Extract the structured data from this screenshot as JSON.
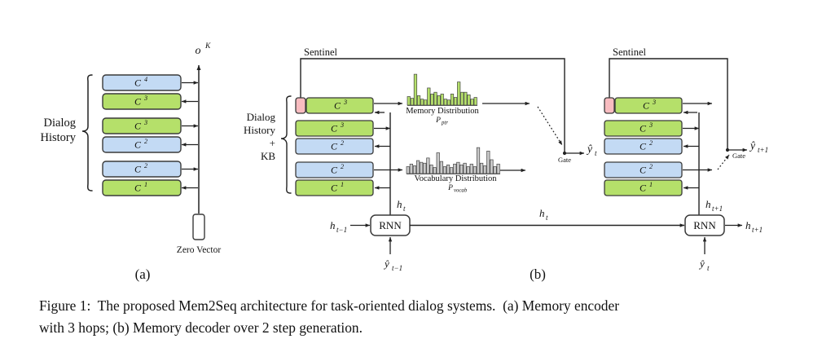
{
  "figure": {
    "caption_line1": "Figure 1:  The proposed Mem2Seq architecture for task-oriented dialog systems.  (a) Memory encoder",
    "caption_line2": "with 3 hops; (b) Memory decoder over 2 step generation.",
    "panel_a_label": "(a)",
    "panel_b_label": "(b)"
  },
  "colors": {
    "green": "#b5e06a",
    "blue": "#c3daf4",
    "pink": "#f8bcc0",
    "stroke": "#3a3a3a",
    "gray_bar": "#c9c9c9",
    "text": "#111111"
  },
  "panel_a": {
    "group_label": "Dialog\nHistory",
    "group_label_line1": "Dialog",
    "group_label_line2": "History",
    "output_label": "o",
    "output_sup": "K",
    "input_label": "Zero Vector",
    "memory_blocks": [
      {
        "label": "C",
        "sup": "4",
        "color": "blue",
        "arrow": "right"
      },
      {
        "label": "C",
        "sup": "3",
        "color": "green",
        "arrow": "left"
      },
      {
        "label": "C",
        "sup": "3",
        "color": "green",
        "arrow": "right"
      },
      {
        "label": "C",
        "sup": "2",
        "color": "blue",
        "arrow": "left"
      },
      {
        "label": "C",
        "sup": "2",
        "color": "blue",
        "arrow": "right"
      },
      {
        "label": "C",
        "sup": "1",
        "color": "green",
        "arrow": "left"
      }
    ]
  },
  "panel_b": {
    "group_label_line1": "Dialog",
    "group_label_line2": "History",
    "group_label_line3": "+",
    "group_label_line4": "KB",
    "sentinel_label": "Sentinel",
    "gate_label": "Gate",
    "rnn_label": "RNN",
    "step1": {
      "memory_blocks": [
        {
          "label": "C",
          "sup": "3",
          "color": "green",
          "sentinel": true,
          "arrow": "right"
        },
        {
          "label": "C",
          "sup": "3",
          "color": "green",
          "sentinel": false,
          "arrow": "right"
        },
        {
          "label": "C",
          "sup": "2",
          "color": "blue",
          "sentinel": false,
          "arrow": "left"
        },
        {
          "label": "C",
          "sup": "2",
          "color": "blue",
          "sentinel": false,
          "arrow": "right"
        },
        {
          "label": "C",
          "sup": "1",
          "color": "green",
          "sentinel": false,
          "arrow": "left"
        }
      ],
      "hidden_in": "h",
      "hidden_in_sub": "t−1",
      "hidden_up": "h",
      "hidden_up_sub": "t",
      "hidden_out": "h",
      "hidden_out_sub": "t",
      "input_label": "ŷ",
      "input_sub": "t−1",
      "output_label": "ŷ",
      "output_sub": "t"
    },
    "step2": {
      "memory_blocks": [
        {
          "label": "C",
          "sup": "3",
          "color": "green",
          "sentinel": true,
          "arrow": "right"
        },
        {
          "label": "C",
          "sup": "3",
          "color": "green",
          "sentinel": false,
          "arrow": "right"
        },
        {
          "label": "C",
          "sup": "2",
          "color": "blue",
          "sentinel": false,
          "arrow": "left"
        },
        {
          "label": "C",
          "sup": "2",
          "color": "blue",
          "sentinel": false,
          "arrow": "right"
        },
        {
          "label": "C",
          "sup": "1",
          "color": "green",
          "sentinel": false,
          "arrow": "left"
        }
      ],
      "hidden_up": "h",
      "hidden_up_sub": "t+1",
      "hidden_out": "h",
      "hidden_out_sub": "t+1",
      "input_label": "ŷ",
      "input_sub": "t",
      "output_label": "ŷ",
      "output_sub": "t+1"
    }
  },
  "chart_data": [
    {
      "type": "bar",
      "name": "memory-distribution",
      "title": "Memory Distribution",
      "subtitle_base": "P",
      "subtitle_sub": "ptr",
      "xlabel": "",
      "ylabel": "",
      "color": "#b5e06a",
      "categories": [
        "1",
        "2",
        "3",
        "4",
        "5",
        "6",
        "7",
        "8",
        "9",
        "10",
        "11",
        "12",
        "13",
        "14",
        "15",
        "16",
        "17",
        "18",
        "19",
        "20",
        "21"
      ],
      "values": [
        10,
        8,
        36,
        11,
        7,
        6,
        20,
        13,
        15,
        11,
        13,
        7,
        6,
        13,
        9,
        27,
        15,
        15,
        12,
        7,
        9
      ],
      "ylim": [
        0,
        38
      ],
      "grid": false,
      "legend": "none"
    },
    {
      "type": "bar",
      "name": "vocabulary-distribution",
      "title": "Vocabulary Distribution",
      "subtitle_base": "P",
      "subtitle_sub": "vocab",
      "xlabel": "",
      "ylabel": "",
      "color": "#c9c9c9",
      "categories": [
        "1",
        "2",
        "3",
        "4",
        "5",
        "6",
        "7",
        "8",
        "9",
        "10",
        "11",
        "12",
        "13",
        "14",
        "15",
        "16",
        "17",
        "18",
        "19",
        "20",
        "21",
        "22",
        "23",
        "24",
        "25",
        "26",
        "27",
        "28"
      ],
      "values": [
        8,
        11,
        9,
        15,
        13,
        12,
        18,
        10,
        7,
        24,
        14,
        8,
        10,
        7,
        11,
        13,
        10,
        12,
        8,
        11,
        8,
        30,
        12,
        9,
        26,
        16,
        8,
        11
      ],
      "ylim": [
        0,
        32
      ],
      "grid": false,
      "legend": "none"
    }
  ]
}
